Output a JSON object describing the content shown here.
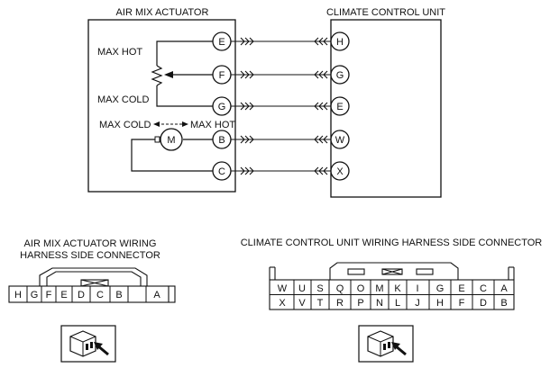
{
  "actuator": {
    "title": "AIR MIX ACTUATOR",
    "label_max_hot": "MAX HOT",
    "label_max_cold": "MAX COLD",
    "motor_label_left": "MAX COLD",
    "motor_label_right": "MAX HOT",
    "motor_symbol": "M",
    "pins": [
      "E",
      "F",
      "G",
      "B",
      "C"
    ]
  },
  "ccu": {
    "title": "CLIMATE CONTROL UNIT",
    "pins": [
      "H",
      "G",
      "E",
      "W",
      "X"
    ]
  },
  "actuator_connector": {
    "title_line1": "AIR MIX ACTUATOR WIRING",
    "title_line2": "HARNESS SIDE CONNECTOR",
    "pins": [
      "H",
      "G",
      "F",
      "E",
      "D",
      "C",
      "B",
      "A"
    ]
  },
  "ccu_connector": {
    "title": "CLIMATE CONTROL UNIT WIRING HARNESS SIDE CONNECTOR",
    "row1": [
      "W",
      "U",
      "S",
      "Q",
      "O",
      "M",
      "K",
      "I",
      "G",
      "E",
      "C",
      "A"
    ],
    "row2": [
      "X",
      "V",
      "T",
      "R",
      "P",
      "N",
      "L",
      "J",
      "H",
      "F",
      "D",
      "B"
    ]
  }
}
